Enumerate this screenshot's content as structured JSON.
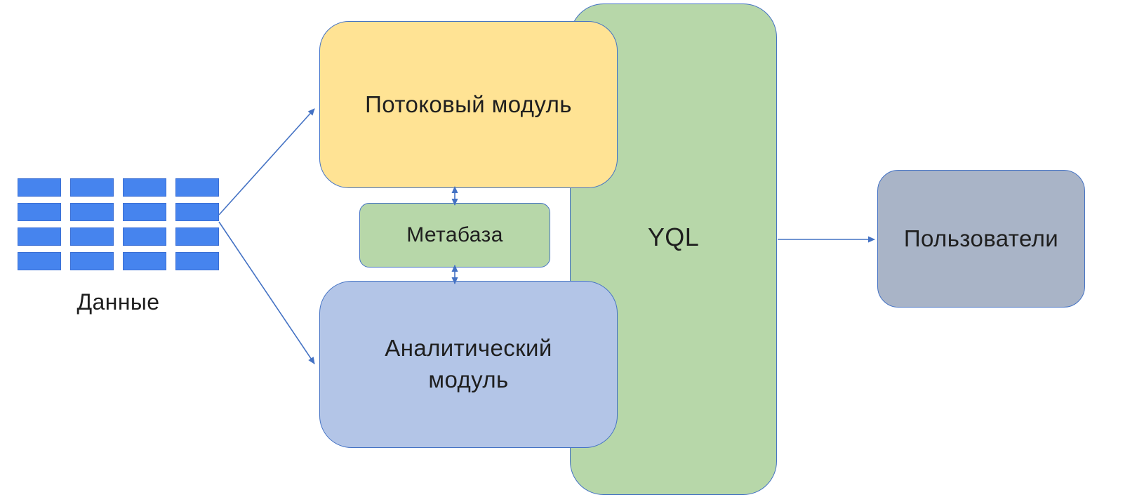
{
  "diagram": {
    "nodes": {
      "data_label": "Данные",
      "streaming": "Потоковый модуль",
      "metabase": "Метабаза",
      "analytical": "Аналитический модуль",
      "yql": "YQL",
      "users": "Пользователи"
    },
    "grid": {
      "rows": 4,
      "cols": 4
    },
    "colors": {
      "data_cell": "#4684EE",
      "streaming_fill": "#FFE394",
      "metabase_fill": "#B7D7A9",
      "analytical_fill": "#B3C5E7",
      "yql_fill": "#B7D7A9",
      "users_fill": "#A9B4C7",
      "border": "#4472C4",
      "arrow": "#4472C4"
    }
  }
}
